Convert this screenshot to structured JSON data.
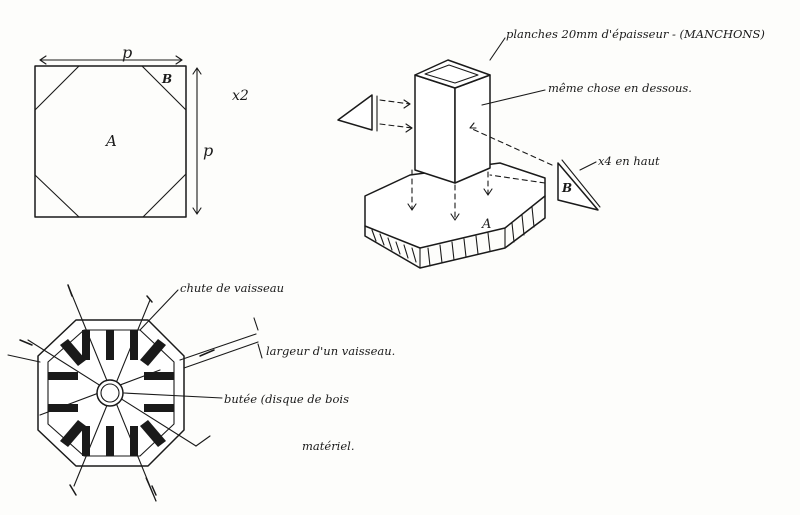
{
  "labels": {
    "square_top": "p",
    "square_side": "p",
    "region_a": "A",
    "corner_b": "B",
    "multiplier": "x2",
    "planks": "planches 20mm d'épaisseur - (MANCHONS)",
    "same_below": "même chose en dessous.",
    "x4_top": "x4 en haut",
    "triangle_b": "B",
    "base_a": "A",
    "blade_drop": "chute de vaisseau",
    "blade_width": "largeur d'un vaisseau.",
    "stop": "butée (disque de bois",
    "material": "matériel."
  },
  "colors": {
    "ink": "#1a1a1a",
    "paper": "#fdfdfb"
  }
}
